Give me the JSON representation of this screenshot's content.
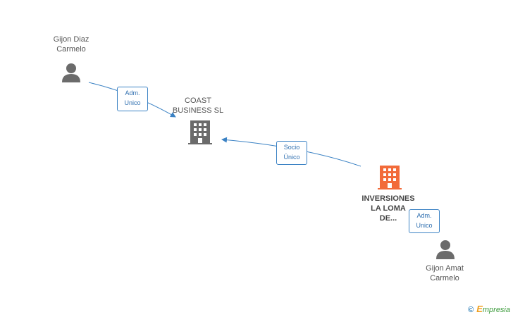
{
  "nodes": {
    "gijon_diaz": {
      "label": "Gijon Diaz\nCarmelo",
      "icon": "person-icon",
      "color": "#6b6b6b"
    },
    "coast_business": {
      "label": "COAST\nBUSINESS SL",
      "icon": "building-icon",
      "color": "#6b6b6b"
    },
    "inversiones": {
      "label": "INVERSIONES\nLA LOMA\nDE...",
      "icon": "building-icon",
      "color": "#f26b3a"
    },
    "gijon_amat": {
      "label": "Gijon Amat\nCarmelo",
      "icon": "person-icon",
      "color": "#6b6b6b"
    }
  },
  "edges": {
    "adm_unico_1": {
      "label": "Adm.\nUnico"
    },
    "socio_unico": {
      "label": "Socio\nÚnico"
    },
    "adm_unico_2": {
      "label": "Adm.\nUnico"
    }
  },
  "colors": {
    "edge": "#3b82c4",
    "accent": "#f26b3a"
  },
  "brand": {
    "copyright": "©",
    "initial": "E",
    "name": "mpresia"
  }
}
